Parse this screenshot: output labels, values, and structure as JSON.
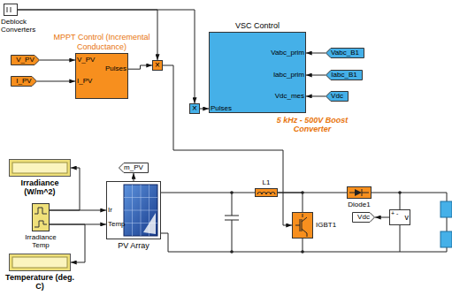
{
  "diagram": {
    "nodes": [
      {
        "text": [
          "Deblock Converters"
        ]
      },
      {
        "text": [
          "MPPT Control (Incremental Conductance)",
          "V_PV",
          "I_PV",
          "Pulses"
        ]
      },
      {
        "text": [
          "V_PV"
        ]
      },
      {
        "text": [
          "I_PV"
        ]
      },
      {
        "text": [
          "×"
        ]
      },
      {
        "text": [
          "×"
        ]
      },
      {
        "text": [
          "VSC Control",
          "Vabc_prim",
          "Iabc_prim",
          "Vdc_mes",
          "Pulses"
        ]
      },
      {
        "text": [
          "Vabc_B1"
        ]
      },
      {
        "text": [
          "Iabc_B1"
        ]
      },
      {
        "text": [
          "Vdc"
        ]
      },
      {
        "text": [
          "Irradiance (W/m^2)"
        ]
      },
      {
        "text": [
          "Irradiance Temp"
        ]
      },
      {
        "text": [
          "Temperature (deg. C)"
        ]
      },
      {
        "text": [
          "m_PV"
        ]
      },
      {
        "text": [
          "PV Array",
          "Ir",
          "Temp"
        ]
      },
      {
        "text": [
          "L1"
        ]
      },
      {
        "text": [
          "IGBT1"
        ]
      },
      {
        "text": [
          "Diode1"
        ]
      },
      {
        "text": [
          "Vdc"
        ]
      },
      {
        "text": [
          "v",
          "+ -"
        ]
      }
    ],
    "edges": [
      {
        "from": 2,
        "to": 1,
        "arrow": "to"
      },
      {
        "from": 3,
        "to": 1,
        "arrow": "to"
      },
      {
        "from": 1,
        "to": 4,
        "arrow": "to"
      },
      {
        "from": 0,
        "to": 4,
        "arrow": "to"
      },
      {
        "from": 0,
        "to": 5,
        "arrow": "to"
      },
      {
        "from": 5,
        "to": 6,
        "arrow": "to"
      },
      {
        "from": 4,
        "to": 16,
        "arrow": "to"
      },
      {
        "from": 7,
        "to": 6,
        "arrow": "to"
      },
      {
        "from": 8,
        "to": 6,
        "arrow": "to"
      },
      {
        "from": 9,
        "to": 6,
        "arrow": "to"
      },
      {
        "from": 11,
        "to": 10,
        "arrow": "to"
      },
      {
        "from": 11,
        "to": 12,
        "arrow": "to"
      },
      {
        "from": 11,
        "to": 14,
        "arrow": "to"
      },
      {
        "from": 11,
        "to": 14,
        "arrow": "to"
      },
      {
        "from": 14,
        "to": 13,
        "arrow": "to"
      },
      {
        "from": 14,
        "to": 15,
        "arrow": "none"
      },
      {
        "from": 15,
        "to": 17,
        "arrow": "none"
      },
      {
        "from": 15,
        "to": 16,
        "arrow": "none"
      },
      {
        "from": 19,
        "to": 18,
        "arrow": "to"
      }
    ],
    "labels": [
      "5 kHz - 500V Boost Converter"
    ]
  }
}
